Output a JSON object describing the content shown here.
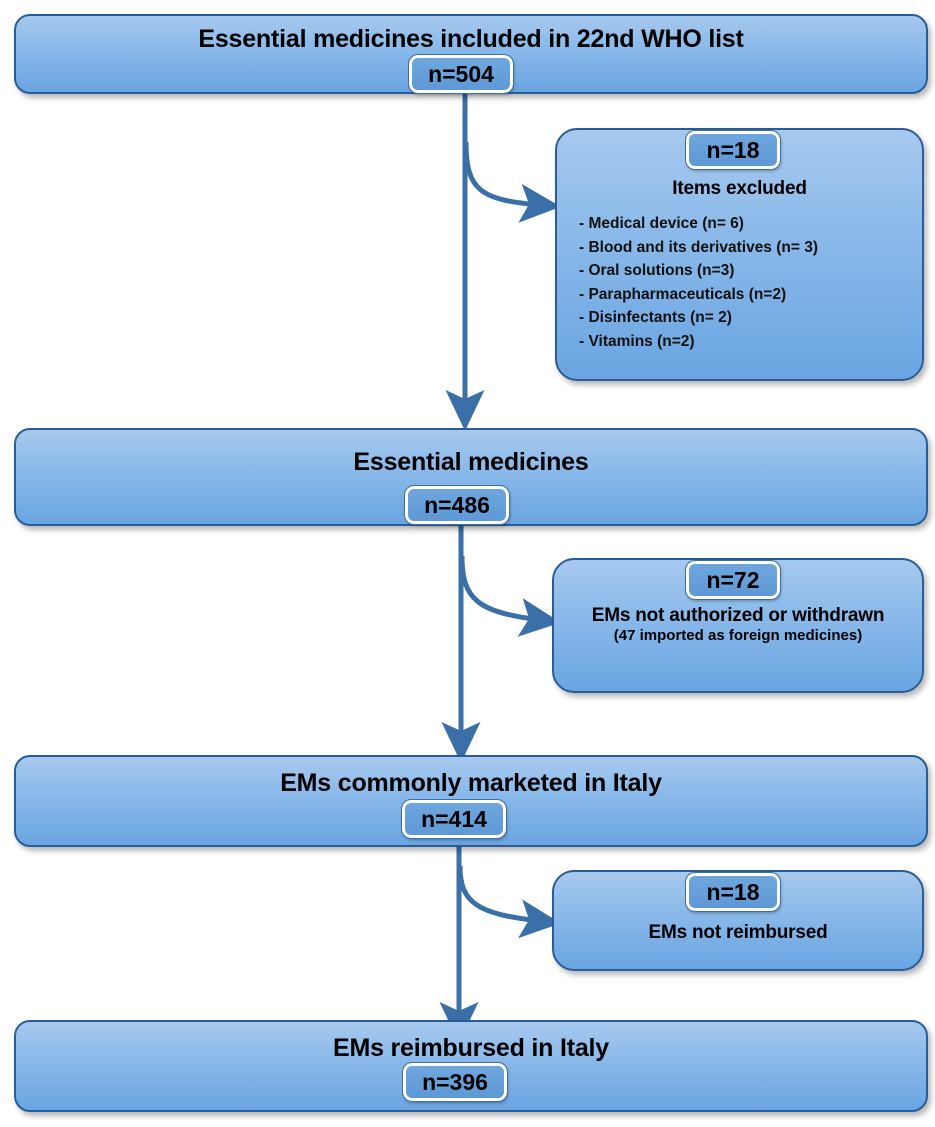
{
  "diagram": {
    "type": "flowchart",
    "orientation": "top-to-bottom",
    "accent_color": "#4a86c8",
    "box_border_color": "#2a5d95",
    "arrow_color": "#3a6fa8",
    "main_boxes": [
      {
        "id": "included",
        "title": "Essential medicines included in 22nd WHO list",
        "badge": "n=504"
      },
      {
        "id": "essential",
        "title": "Essential medicines",
        "badge": "n=486"
      },
      {
        "id": "marketed",
        "title": "EMs commonly marketed in Italy",
        "badge": "n=414"
      },
      {
        "id": "reimbursed",
        "title": "EMs reimbursed in Italy",
        "badge": "n=396"
      }
    ],
    "side_boxes": [
      {
        "id": "excluded",
        "badge": "n=18",
        "title": "Items excluded",
        "items": [
          "- Medical device (n= 6)",
          "- Blood and its derivatives (n= 3)",
          "- Oral solutions (n=3)",
          "- Parapharmaceuticals (n=2)",
          "- Disinfectants (n= 2)",
          "- Vitamins (n=2)"
        ]
      },
      {
        "id": "not-authorized",
        "badge": "n=72",
        "title": "EMs not authorized or withdrawn",
        "subtitle": "(47 imported as foreign medicines)"
      },
      {
        "id": "not-reimbursed",
        "badge": "n=18",
        "title": "EMs not reimbursed"
      }
    ]
  }
}
